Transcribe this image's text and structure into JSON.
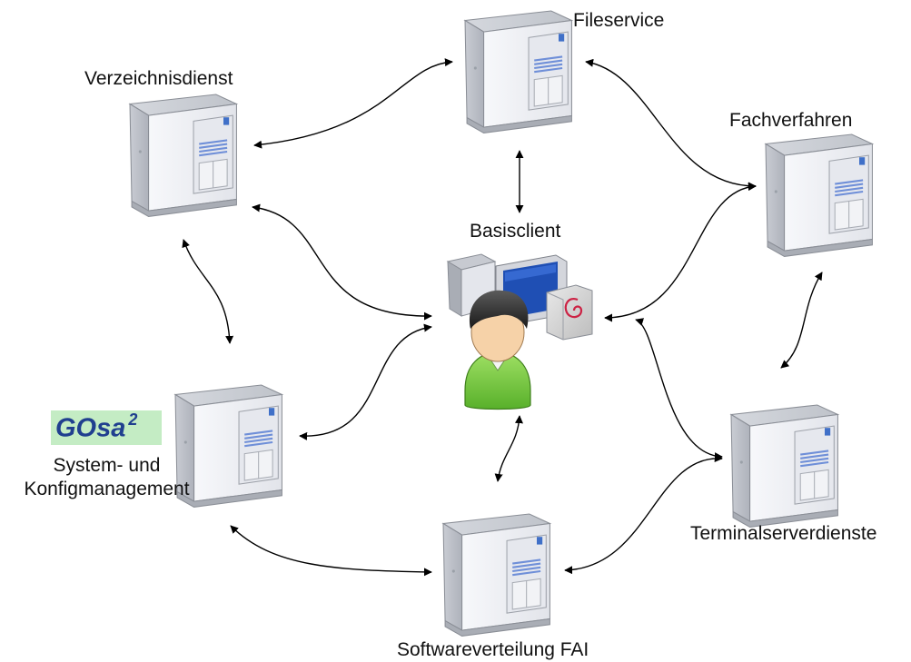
{
  "nodes": {
    "fileservice": "Fileservice",
    "verzeichnisdienst": "Verzeichnisdienst",
    "fachverfahren": "Fachverfahren",
    "basisclient": "Basisclient",
    "gosa": {
      "logo_text": "GOsa",
      "logo_superscript": "2",
      "label_line1": "System- und",
      "label_line2": "Konfigmanagement"
    },
    "terminalserverdienste": "Terminalserverdienste",
    "softwareverteilung": "Softwareverteilung FAI"
  },
  "icons": {
    "server": "server-tower-icon",
    "client": "workstation-icon",
    "user": "user-icon",
    "debian": "debian-swirl-icon"
  },
  "colors": {
    "logo_background": "#c4ecc4",
    "logo_text": "#203f8f",
    "monitor_screen": "#1f4fb4",
    "user_shirt": "#7fd04a"
  }
}
